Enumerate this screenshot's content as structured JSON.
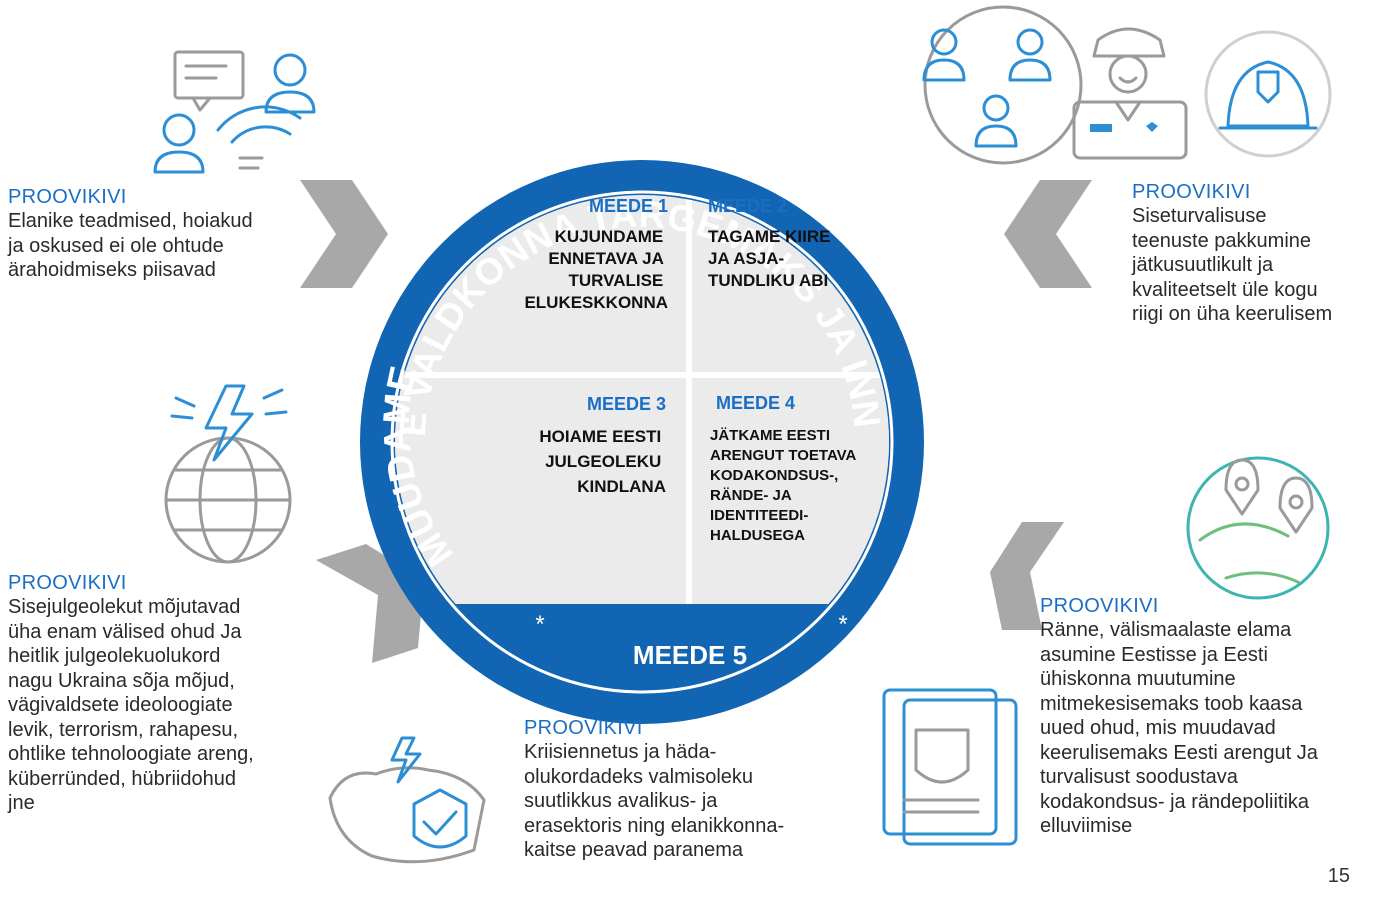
{
  "ring_text": {
    "top": "SISETURVALISUSE VALDKONNA TARGEMAKS JA INNOVAATILISEMAKS",
    "left": "MUUDAME"
  },
  "measures": [
    {
      "label": "MEEDE 1",
      "title_lines": [
        "KUJUNDAME",
        "ENNETAVA JA",
        "TURVALISE",
        "ELUKESKKONNA"
      ]
    },
    {
      "label": "MEEDE 2",
      "title_lines": [
        "TAGAME KIIRE",
        "JA ASJA-",
        "TUNDLIKU ABI"
      ]
    },
    {
      "label": "MEEDE 3",
      "title_lines": [
        "HOIAME EESTI",
        "JULGEOLEKU",
        "KINDLANA"
      ]
    },
    {
      "label": "MEEDE 4",
      "title_lines": [
        "JÄTKAME EESTI",
        "ARENGUT TOETAVA",
        "KODAKONDSUS-,",
        "RÄNDE- JA",
        "IDENTITEEDI-",
        "HALDUSEGA"
      ]
    }
  ],
  "measure5": {
    "label": "MEEDE 5",
    "stars": [
      "*",
      "*"
    ]
  },
  "proovikivi_heading": "PROOVIKIVI",
  "challenges": {
    "top_left": "Elanike teadmised, hoiakud\nja oskused ei ole ohtude\närahoidmiseks piisavad",
    "top_right": "Siseturvalisuse\nteenuste pakkumine\njätkusuutlikult ja\nkvaliteetselt üle kogu\nriigi on üha keerulisem",
    "mid_left": "Sisejulgeolekut mõjutavad\nüha enam välised ohud Ja\nheitlik julgeolekuolukord\nnagu Ukraina sõja mõjud,\nvägivaldsete ideoloogiate\nlevik, terrorism, rahapesu,\nohtlike tehnoloogiate areng,\nküberründed, hübriidohud\njne",
    "bottom_center": "Kriisiennetus ja häda-\nolukordadeks valmisoleku\nsuutlikkus avalikus- ja\nerasektoris  ning elanikkonna-\nkaitse peavad paranema",
    "bottom_right": "Ränne, välismaalaste elama\nasumine Eestisse ja Eesti\nühiskonna muutumine\nmitmekesisemaks toob kaasa\nuued ohud, mis muudavad\nkeerulisemaks Eesti arengut Ja\nturvalisust soodustava\nkodakondsus- ja rändepoliitika\nelluviimise"
  },
  "page_number": "15",
  "colors": {
    "ring": "#1265b3",
    "quadrant": "#ebebeb",
    "measure_label": "#1a6fc4",
    "heading": "#1a6fc4",
    "arrow": "#a8a8a8",
    "icon_blue": "#2c8fd6",
    "icon_gray": "#9a9a9a",
    "icon_teal": "#3cb5b0",
    "icon_green": "#6cc07c"
  },
  "icons": [
    "chat-people-icon",
    "network-people-icon",
    "rescue-officer-icon",
    "firefighter-helmet-icon",
    "lightning-globe-icon",
    "map-route-icon",
    "estonia-shield-icon",
    "identity-document-icon"
  ]
}
